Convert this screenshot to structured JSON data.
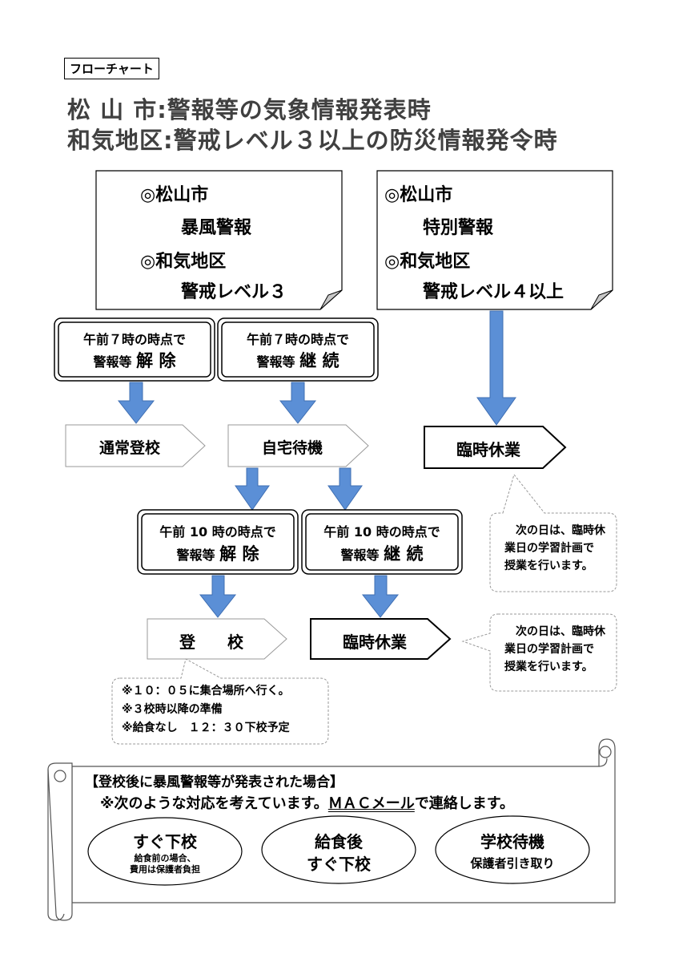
{
  "label": "フローチャート",
  "title": {
    "line1": "松 山 市:警報等の気象情報発表時",
    "line2": "和気地区:警戒レベル３以上の防災情報発令時"
  },
  "box_left": {
    "l1": "◎松山市",
    "l2": "暴風警報",
    "l3": "◎和気地区",
    "l4": "警戒レベル３"
  },
  "box_right": {
    "l1": "◎松山市",
    "l2": "特別警報",
    "l3": "◎和気地区",
    "l4": "警戒レベル４以上"
  },
  "check7_clear": {
    "l1": "午前７時の時点で",
    "l2a": "警報等",
    "l2b": "解 除"
  },
  "check7_cont": {
    "l1": "午前７時の時点で",
    "l2a": "警報等",
    "l2b": "継 続"
  },
  "action_normal": "通常登校",
  "action_wait": "自宅待機",
  "action_closed_a": "臨時休業",
  "check10_clear": {
    "l1": "午前 10 時の時点で",
    "l2a": "警報等",
    "l2b": "解 除"
  },
  "check10_cont": {
    "l1": "午前 10 時の時点で",
    "l2a": "警報等",
    "l2b": "継 続"
  },
  "action_attend": "登　　校",
  "action_closed_b": "臨時休業",
  "note_closed": {
    "l1": "次の日は、臨時休",
    "l2": "業日の学習計画で",
    "l3": "授業を行います。"
  },
  "note_attend": {
    "l1": "※１０：０５に集合場所へ行く。",
    "l2": "※３校時以降の準備",
    "l3": "※給食なし　１２：３０下校予定"
  },
  "scroll": {
    "heading": "【登校後に暴風警報等が発表された場合】",
    "sub_a": "※次のような対応を考えています。",
    "sub_b": "ＭＡＣメール",
    "sub_c": "で連絡します。",
    "opt1_title": "すぐ下校",
    "opt1_note1": "給食前の場合、",
    "opt1_note2": "費用は保護者負担",
    "opt2_title1": "給食後",
    "opt2_title2": "すぐ下校",
    "opt3_title": "学校待機",
    "opt3_note": "保護者引き取り"
  },
  "colors": {
    "arrow": "#5b8fd6",
    "arrow_stroke": "#3f6fb3",
    "title": "#404040",
    "dashed": "#999999"
  },
  "icons": [
    "down-arrow-icon",
    "pentagon-arrow-box",
    "folded-corner-note",
    "scroll-banner"
  ]
}
